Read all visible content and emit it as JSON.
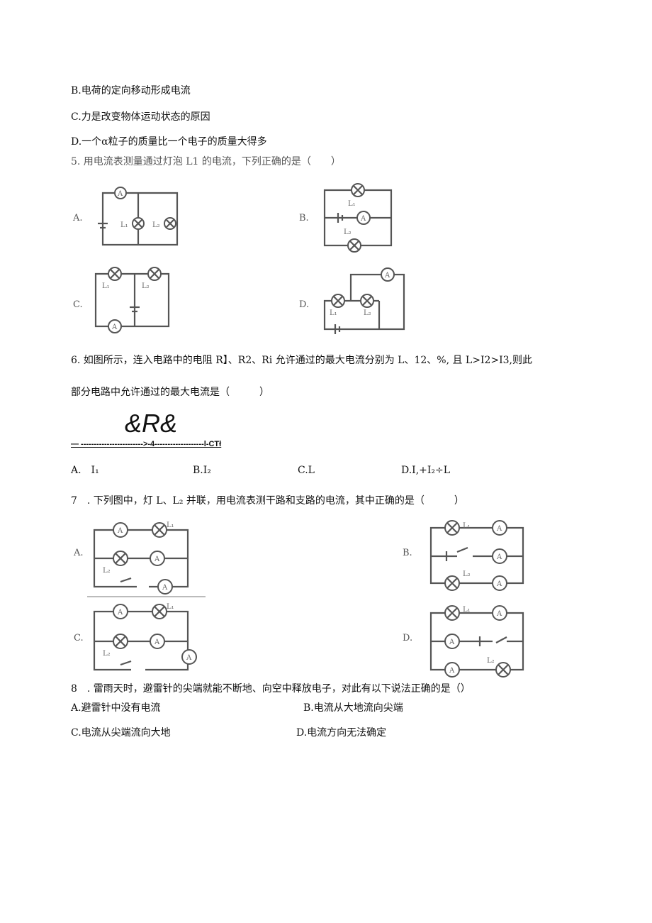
{
  "lines": {
    "q4_b": "B.电荷的定向移动形成电流",
    "q4_c": "C.力是改变物体运动状态的原因",
    "q4_d": "D.一个α粒子的质量比一个电子的质量大得多",
    "q5": "5. 用电流表测量通过灯泡 L1 的电流，下列正确的是（　　）",
    "q6_1": "6. 如图所示，连入电路中的电阻 R】、R2、Ri 允许通过的最大电流分别为 L、12、%, 且 L>I2>I3,则此",
    "q6_2": "部分电路中允许通过的最大电流是（　　　）",
    "q6_fig_top": "&R&",
    "q6_fig_line": "— ------------------------>-4-------------------l-CTł",
    "q6_a": "A.　I₁",
    "q6_b": "B.I₂",
    "q6_c": "C.L",
    "q6_d": "D.I,+I₂÷L",
    "q7": "7　. 下列图中，灯 L、L₂ 并联，用电流表测干路和支路的电流，其中正确的是（　　　）",
    "q8": "8　. 雷雨天时，避雷针的尖端就能不断地、向空中释放电子，对此有以下说法正确的是（）",
    "q8_a": "A.避雷针中没有电流",
    "q8_b": "B.电流从大地流向尖端",
    "q8_c": "C.电流从尖端流向大地",
    "q8_d": "D.电流方向无法确定"
  },
  "figure_labels": {
    "a": "A.",
    "b": "B.",
    "c": "C.",
    "d": "D."
  },
  "icons": {
    "lamp": "lamp-symbol",
    "ammeter": "ammeter-symbol",
    "battery": "battery-symbol",
    "switch": "switch-symbol"
  }
}
